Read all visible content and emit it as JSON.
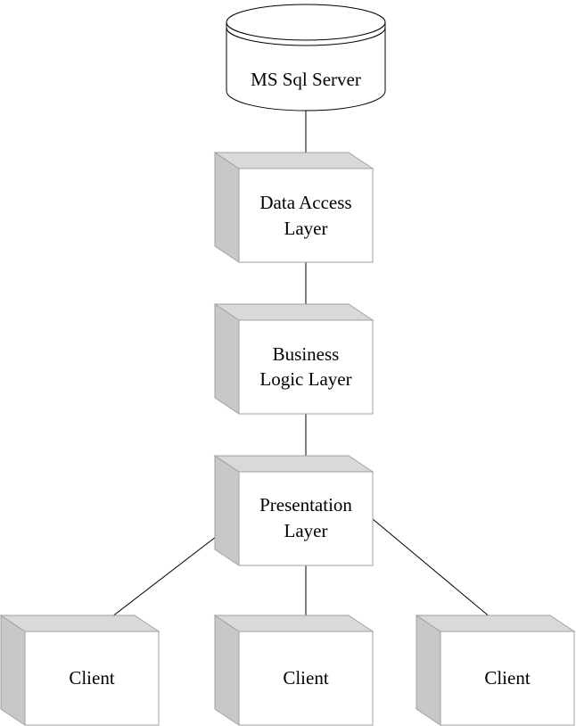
{
  "diagram": {
    "database": {
      "label": "MS Sql Server"
    },
    "layers": [
      {
        "lines": [
          "Data Access",
          "Layer"
        ]
      },
      {
        "lines": [
          "Business",
          "Logic Layer"
        ]
      },
      {
        "lines": [
          "Presentation",
          "Layer"
        ]
      }
    ],
    "clients": [
      {
        "label": "Client"
      },
      {
        "label": "Client"
      },
      {
        "label": "Client"
      }
    ]
  },
  "colors": {
    "box_fill": "#ffffff",
    "box_stroke": "#a0a0a0",
    "box_side": "#c8c8c8",
    "box_top": "#d9d9d9",
    "edge": "#000000"
  }
}
